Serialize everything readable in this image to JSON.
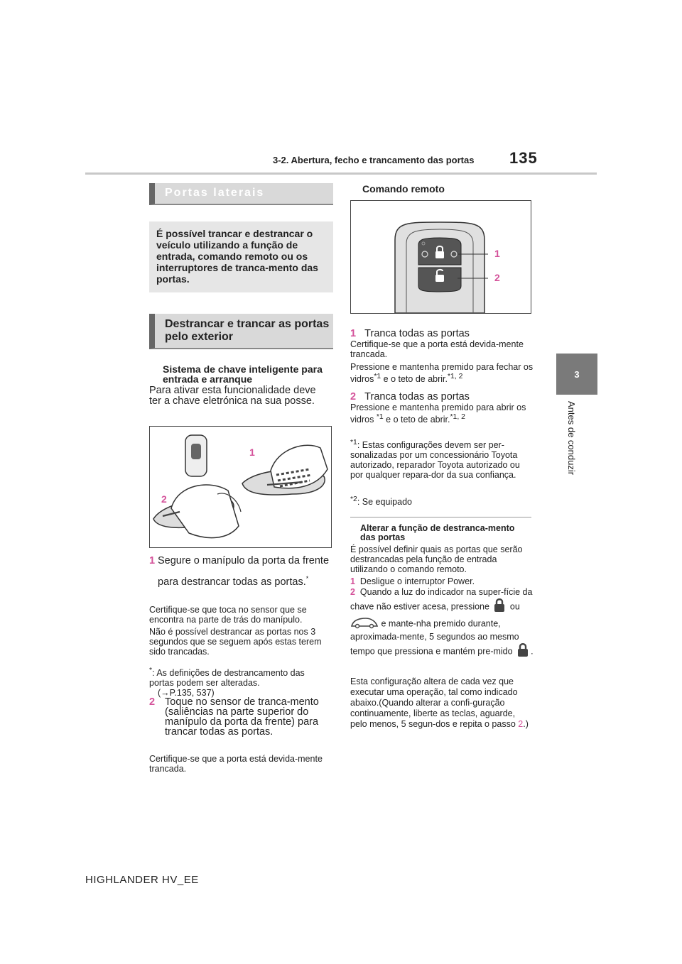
{
  "header": {
    "section": "3-2. Abertura, fecho e trancamento das portas",
    "page": "135"
  },
  "side_tab": {
    "number": "3",
    "label": "Antes de conduzir"
  },
  "footer": {
    "model": "HIGHLANDER HV_EE"
  },
  "left": {
    "section1_title": "Portas laterais",
    "intro": "É possível trancar e destrancar o veículo utilizando a função de entrada, comando remoto ou os interruptores de tranca-mento das portas.",
    "section2_title": "Destrancar e trancar as portas pelo exterior",
    "smart_heading": "Sistema de chave inteligente para entrada e arranque",
    "smart_para": "Para ativar esta funcionalidade deve ter a chave eletrónica na sua posse.",
    "figure_labels": [
      "1",
      "2"
    ],
    "step1_num": "1",
    "step1_text": "Segure o manípulo da porta da frente para destrancar todas as portas.",
    "step1_sup": "*",
    "step1_note1": "Certifique-se que toca no sensor que se encontra na parte de trás do manípulo.",
    "step1_note2": "Não é possível destrancar as portas nos 3 segundos que se seguem após estas terem sido trancadas.",
    "step1_foot_mark": "*",
    "step1_foot": ": As definições de destrancamento das portas podem ser alteradas.",
    "step1_foot_ref": "(→P.135, 537)",
    "step2_num": "2",
    "step2_text": "Toque no sensor de tranca-mento (saliências na parte superior do manípulo da porta da frente) para trancar todas as portas.",
    "step2_note": "Certifique-se que a porta está devida-mente trancada."
  },
  "right": {
    "remote_heading": "Comando remoto",
    "figure_labels": [
      "1",
      "2"
    ],
    "step1_num": "1",
    "step1_title": "Tranca todas as portas",
    "step1_note1": "Certifique-se que a porta está devida-mente trancada.",
    "step1_note2_a": "Pressione e mantenha premido para fechar os vidros",
    "step1_note2_sup1": "*1",
    "step1_note2_b": " e o teto de abrir.",
    "step1_note2_sup2": "*1, 2",
    "step2_num": "2",
    "step2_title": "Tranca todas as portas",
    "step2_note_a": "Pressione e mantenha premido para abrir os vidros ",
    "step2_note_sup1": "*1",
    "step2_note_b": " e o teto de abrir.",
    "step2_note_sup2": "*1, 2",
    "foot1_mark": "*1",
    "foot1_text": ": Estas configurações devem ser per-sonalizadas por um concessionário Toyota autorizado, reparador Toyota autorizado ou por qualquer repara-dor da sua confiança.",
    "foot2_mark": "*2",
    "foot2_text": ": Se equipado",
    "alter_heading": "Alterar a função de destranca-mento das portas",
    "alter_para": "É possível definir quais as portas que serão destrancadas pela função de entrada utilizando o comando remoto.",
    "a_step1_num": "1",
    "a_step1_text": "Desligue o interruptor Power.",
    "a_step2_num": "2",
    "a_step2_text_a": "Quando a luz do indicador na super-fície da chave não estiver acesa, pressione",
    "a_step2_or": "ou",
    "a_step2_text_b": "e mante-nha premido durante, aproximada-mente, 5 segundos ao mesmo tempo que pressiona e mantém pre-mido",
    "a_step2_end": ".",
    "closing_a": "Esta configuração altera de cada vez que executar uma operação, tal como indicado abaixo.(Quando alterar a confi-guração continuamente, liberte as teclas, aguarde, pelo menos, 5 segun-dos e repita o passo ",
    "closing_step": "2",
    "closing_b": ".)"
  }
}
